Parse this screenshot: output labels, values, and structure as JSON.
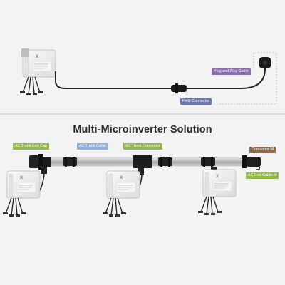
{
  "title": "Multi-Microinverter Solution",
  "top_labels": {
    "plug_and_play_cable": "Plug and Play Cable",
    "field_connector": "Field Connector"
  },
  "bottom_labels": {
    "ac_trunk_end_cap": "AC Trunk End Cap",
    "ac_trunk_cable": "AC Trunk Cable",
    "ac_trunk_connector": "AC Trunk Connector",
    "connector_m": "Connector-M",
    "ac_end_cable_m": "AC End Cable-M"
  },
  "colors": {
    "background": "#f3f3f3",
    "plug_label": "#8b6fb0",
    "field_label": "#6b78b4",
    "end_cap_label": "#93b84a",
    "trunk_cable_label": "#8fb2d6",
    "trunk_connector_label": "#93b84a",
    "connector_m_label": "#8a6a48",
    "end_cable_label": "#93b84a"
  },
  "icons": [
    "microinverter-icon",
    "connector-icon",
    "plug-icon",
    "trunk-cable-icon"
  ]
}
